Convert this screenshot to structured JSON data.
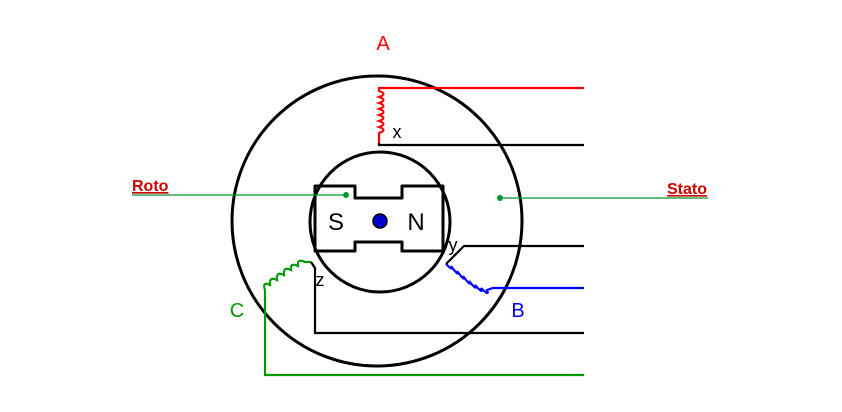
{
  "diagram": {
    "phases": {
      "a": {
        "label": "A",
        "end_label": "x",
        "color": "#ff0000"
      },
      "b": {
        "label": "B",
        "end_label": "y",
        "color": "#0000ff"
      },
      "c": {
        "label": "C",
        "end_label": "z",
        "color": "#009900"
      }
    },
    "rotor": {
      "pole_south": "S",
      "pole_north": "N",
      "axis_color": "#0000cc"
    },
    "callouts": {
      "rotor": "Roto",
      "stator": "Stato",
      "text_color": "#cc0000",
      "line_color": "#009933"
    },
    "colors": {
      "outline": "#000000",
      "background": "#ffffff"
    }
  }
}
